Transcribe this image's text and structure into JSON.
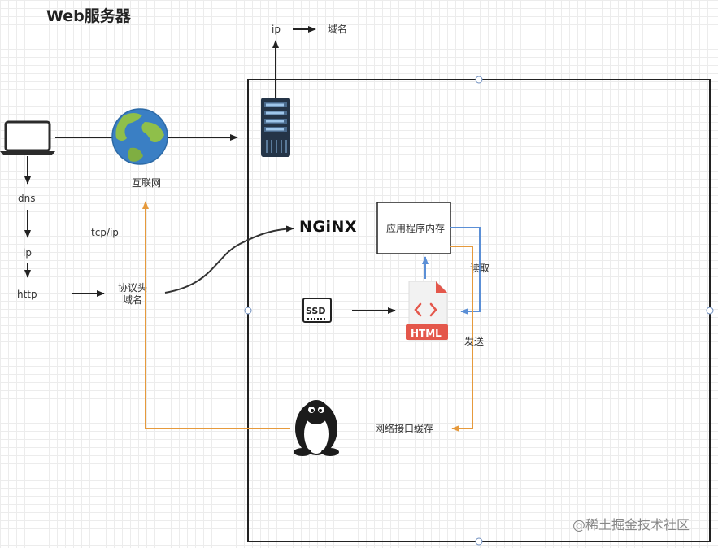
{
  "title": "Web服务器",
  "labels": {
    "ip_top": "ip",
    "domain_top": "域名",
    "internet": "互联网",
    "dns": "dns",
    "ip_left": "ip",
    "http": "http",
    "tcpip": "tcp/ip",
    "protocol_header": "协议头",
    "domain_name": "域名",
    "nginx": "NGiNX",
    "app_memory": "应用程序内存",
    "read": "读取",
    "send": "发送",
    "ssd": "SSD",
    "html": "HTML",
    "network_cache": "网络接口缓存"
  },
  "watermark": "@稀土掘金技术社区",
  "colors": {
    "arrow_dark": "#222222",
    "arrow_orange": "#e69a3c",
    "arrow_blue": "#5b8fd6",
    "html_red": "#e4574b",
    "server_dark": "#243447"
  },
  "icons": [
    "laptop-icon",
    "globe-icon",
    "server-icon",
    "nginx-logo",
    "ssd-icon",
    "html-file-icon",
    "linux-penguin-icon"
  ]
}
